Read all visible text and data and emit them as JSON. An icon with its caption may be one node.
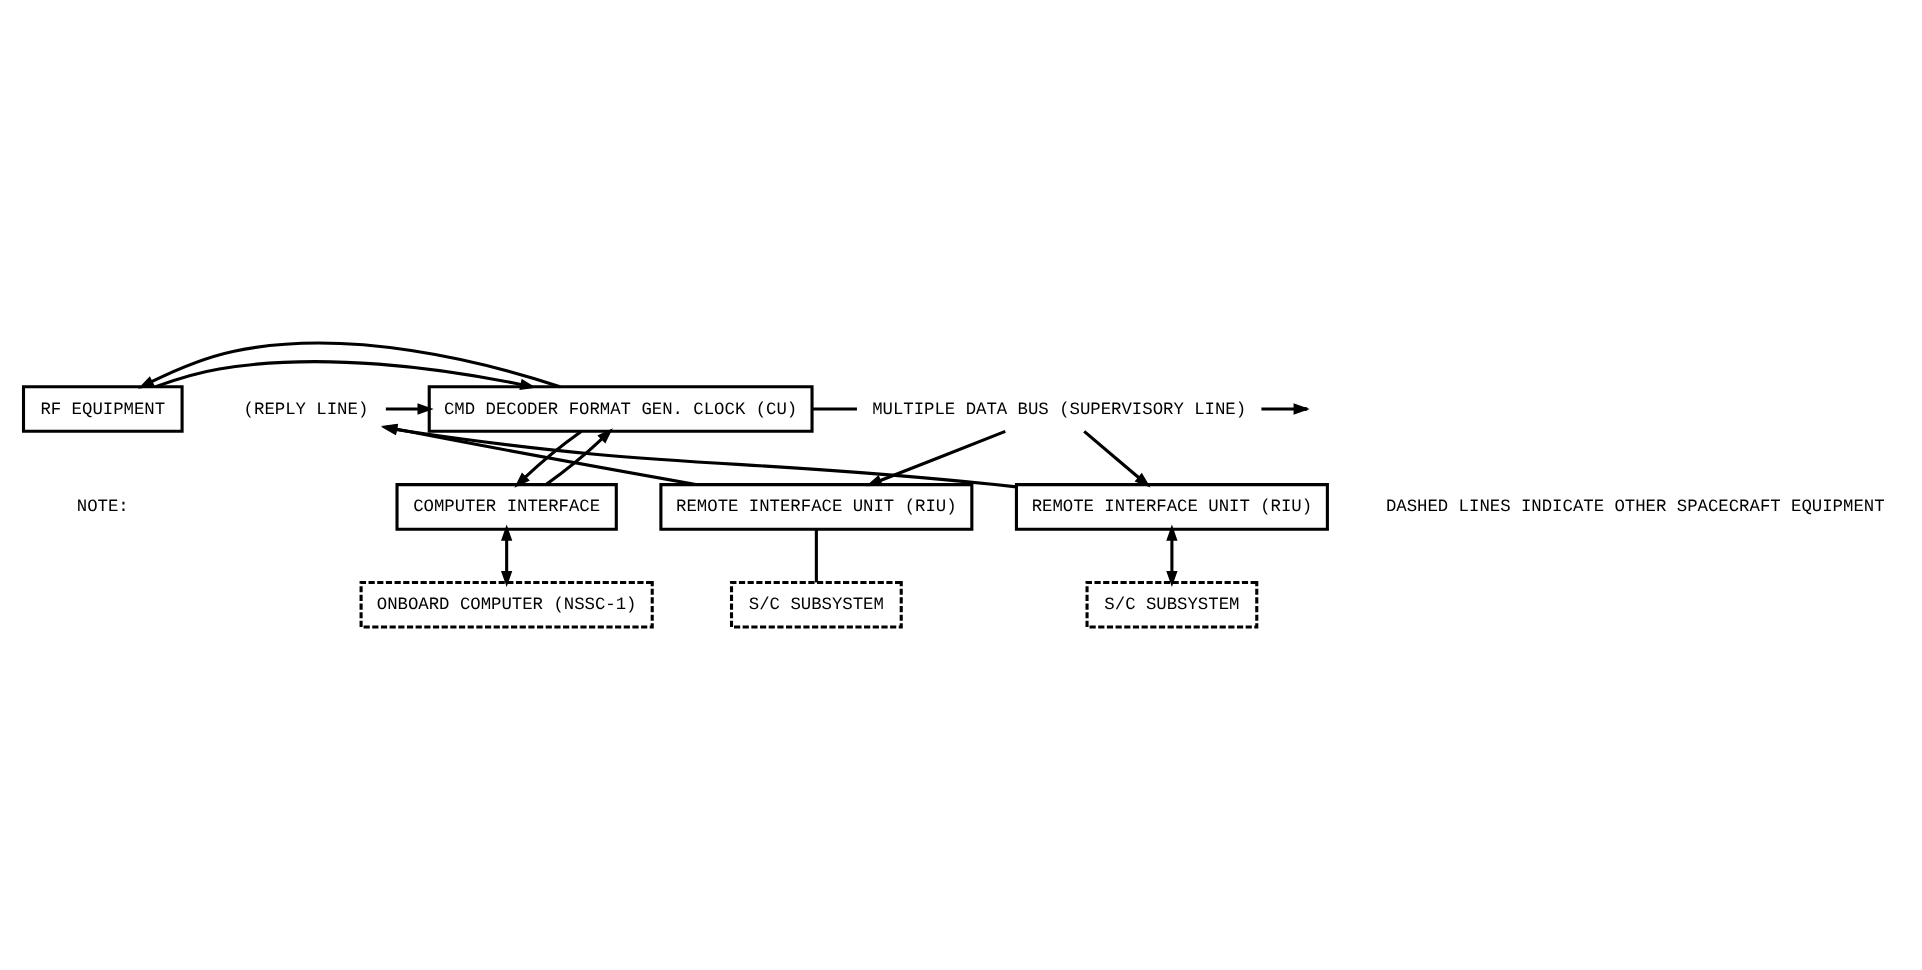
{
  "diagram": {
    "nodes": [
      {
        "text": [
          "RF EQUIPMENT"
        ]
      },
      {
        "text": [
          "CMD DECODER FORMAT GEN. CLOCK (CU)"
        ]
      },
      {
        "text": [
          "MULTIPLE DATA BUS (SUPERVISORY LINE)"
        ]
      },
      {
        "text": [
          "(REPLY LINE)"
        ]
      },
      {
        "text": [
          "COMPUTER INTERFACE"
        ]
      },
      {
        "text": [
          "REMOTE INTERFACE UNIT (RIU)"
        ]
      },
      {
        "text": [
          "REMOTE INTERFACE UNIT (RIU)"
        ]
      },
      {
        "text": [
          "ONBOARD COMPUTER (NSSC-1)"
        ]
      },
      {
        "text": [
          "S/C SUBSYSTEM"
        ]
      },
      {
        "text": [
          "S/C SUBSYSTEM"
        ]
      }
    ],
    "edges": [
      {
        "from": 0,
        "to": 1,
        "arrow": "to"
      },
      {
        "from": 1,
        "to": 0,
        "arrow": "to"
      },
      {
        "from": 1,
        "to": 2,
        "arrow": "none"
      },
      {
        "from": 2,
        "to": null,
        "arrow": "to"
      },
      {
        "from": 3,
        "to": 1,
        "arrow": "to"
      },
      {
        "from": 4,
        "to": 1,
        "arrow": "to"
      },
      {
        "from": 1,
        "to": 4,
        "arrow": "to"
      },
      {
        "from": 5,
        "to": 3,
        "arrow": "to"
      },
      {
        "from": 2,
        "to": 5,
        "arrow": "to"
      },
      {
        "from": 6,
        "to": 3,
        "arrow": "to"
      },
      {
        "from": 2,
        "to": 6,
        "arrow": "to"
      },
      {
        "from": 4,
        "to": 7,
        "arrow": "both"
      },
      {
        "from": 5,
        "to": 8,
        "arrow": "none"
      },
      {
        "from": 6,
        "to": 9,
        "arrow": "both"
      }
    ],
    "labels": [
      "NOTE:",
      "DASHED LINES INDICATE OTHER SPACECRAFT EQUIPMENT"
    ]
  }
}
